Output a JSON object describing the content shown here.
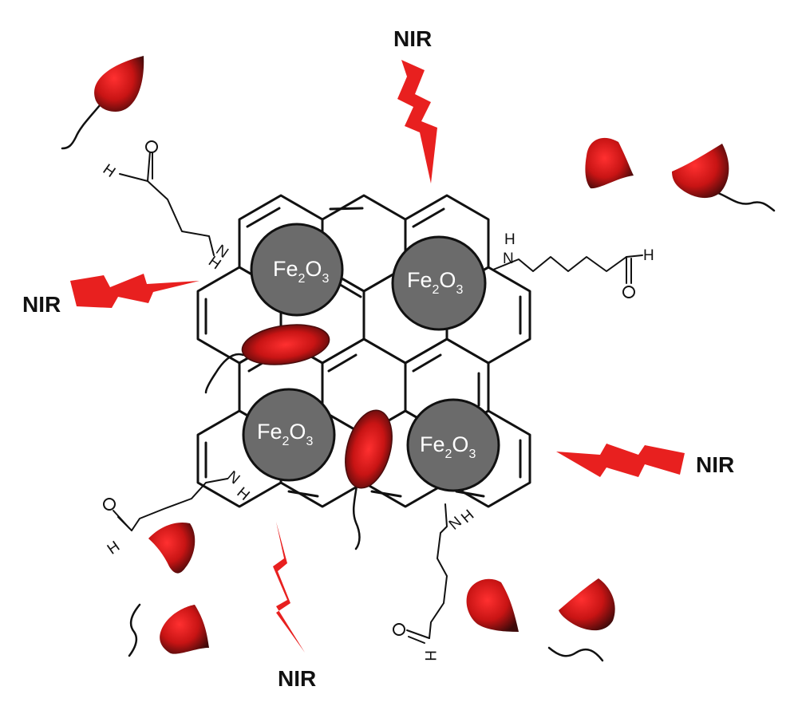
{
  "labels": {
    "nir": "NIR",
    "np_main": "Fe",
    "np_sub1": "2",
    "np_mid": "O",
    "np_sub2": "3",
    "atom_n": "N",
    "atom_h": "H",
    "atom_o": "O"
  },
  "colors": {
    "bolt": "#e8201f",
    "nanoparticle": "#6b6b6b",
    "bacteria_light": "#ff2a2a",
    "bacteria_dark": "#4a0c0c",
    "line": "#111111"
  },
  "icons": {
    "bolt": "lightning-bolt-icon",
    "bacterium": "bacterium-icon"
  }
}
